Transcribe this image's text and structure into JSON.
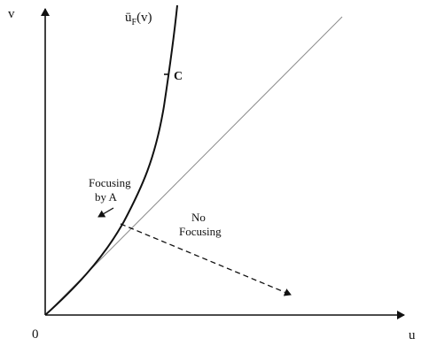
{
  "axes": {
    "y_label": "v",
    "x_label": "u",
    "origin_label": "0"
  },
  "curve": {
    "label": "ū",
    "label_sub": "F",
    "label_suffix": "(v)"
  },
  "point": {
    "label": "C"
  },
  "regions": {
    "focusing_line1": "Focusing",
    "focusing_line2": "by A",
    "nofocusing_line1": "No",
    "nofocusing_line2": "Focusing"
  },
  "colors": {
    "ink": "#111111",
    "diagonal": "#888888"
  }
}
